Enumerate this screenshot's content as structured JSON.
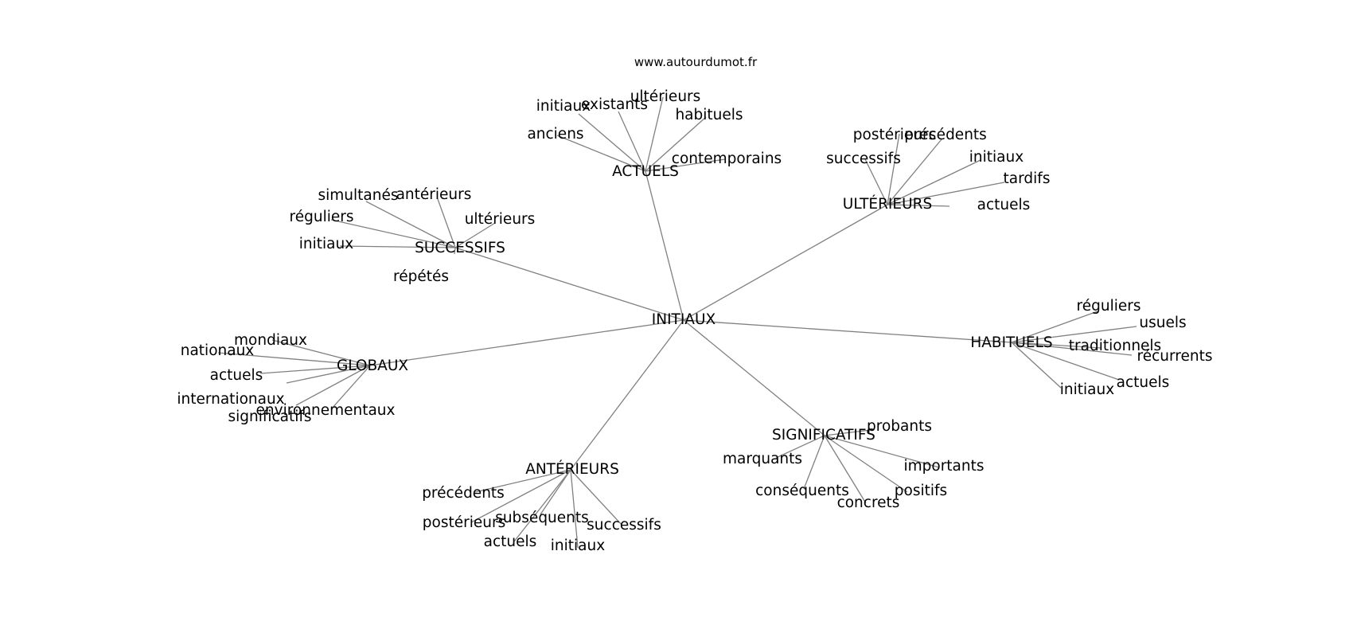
{
  "site": "www.autourdumot.fr",
  "root": "INITIAUX",
  "hubs": [
    {
      "key": "actuels",
      "label": "ACTUELS",
      "leaves": [
        {
          "label": "initiaux"
        },
        {
          "label": "existants"
        },
        {
          "label": "ultérieurs"
        },
        {
          "label": "habituels"
        },
        {
          "label": "anciens"
        },
        {
          "label": "contemporains"
        }
      ]
    },
    {
      "key": "ulterieurs",
      "label": "ULTÉRIEURS",
      "leaves": [
        {
          "label": "postérieurs"
        },
        {
          "label": "précédents"
        },
        {
          "label": "successifs"
        },
        {
          "label": "initiaux"
        },
        {
          "label": "tardifs"
        },
        {
          "label": "actuels"
        }
      ]
    },
    {
      "key": "successifs",
      "label": "SUCCESSIFS",
      "leaves": [
        {
          "label": "simultanés"
        },
        {
          "label": "antérieurs"
        },
        {
          "label": "réguliers"
        },
        {
          "label": "ultérieurs"
        },
        {
          "label": "initiaux"
        },
        {
          "label": "répétés"
        }
      ]
    },
    {
      "key": "globaux",
      "label": "GLOBAUX",
      "leaves": [
        {
          "label": "mondiaux"
        },
        {
          "label": "nationaux"
        },
        {
          "label": "actuels"
        },
        {
          "label": "internationaux"
        },
        {
          "label": "environnementaux"
        },
        {
          "label": "significatifs"
        }
      ]
    },
    {
      "key": "habituels",
      "label": "HABITUELS",
      "leaves": [
        {
          "label": "réguliers"
        },
        {
          "label": "usuels"
        },
        {
          "label": "traditionnels"
        },
        {
          "label": "récurrents"
        },
        {
          "label": "actuels"
        },
        {
          "label": "initiaux"
        }
      ]
    },
    {
      "key": "significatifs",
      "label": "SIGNIFICATIFS",
      "leaves": [
        {
          "label": "probants"
        },
        {
          "label": "marquants"
        },
        {
          "label": "importants"
        },
        {
          "label": "conséquents"
        },
        {
          "label": "positifs"
        },
        {
          "label": "concrets"
        }
      ]
    },
    {
      "key": "anterieurs",
      "label": "ANTÉRIEURS",
      "leaves": [
        {
          "label": "précédents"
        },
        {
          "label": "postérieurs"
        },
        {
          "label": "subséquents"
        },
        {
          "label": "successifs"
        },
        {
          "label": "actuels"
        },
        {
          "label": "initiaux"
        }
      ]
    }
  ]
}
